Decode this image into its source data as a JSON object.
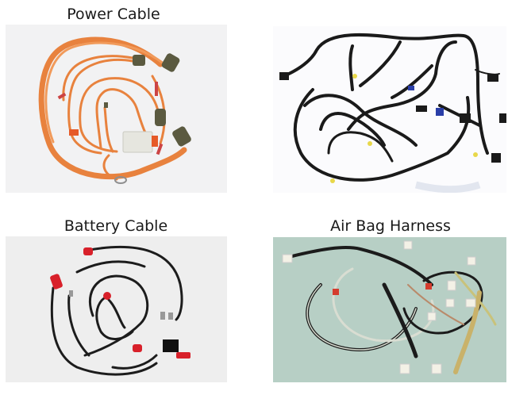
{
  "products": [
    {
      "id": "power",
      "caption": "Power Cable",
      "bg": "#f2f2f3",
      "cable_color": "#e8823e",
      "connector_color": "#5b5a40"
    },
    {
      "id": "harness",
      "caption": "",
      "bg": "#fbfbfd",
      "cable_color": "#1a1a1a"
    },
    {
      "id": "battery",
      "caption": "Battery Cable",
      "bg": "#eeeeee",
      "cable_color": "#1c1c1c",
      "terminal_color": "#d8202a"
    },
    {
      "id": "airbag",
      "caption": "Air Bag Harness",
      "bg": "#b7cfc5",
      "cable_color": "#1b1b1b",
      "connector_color": "#f3f1e6"
    }
  ]
}
